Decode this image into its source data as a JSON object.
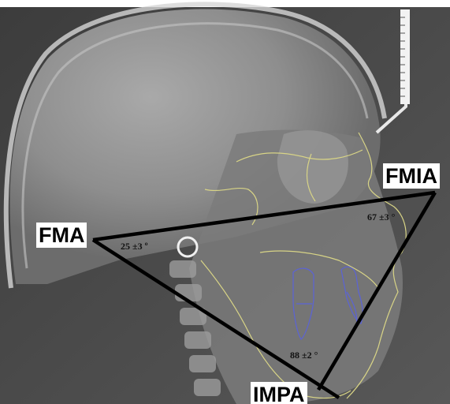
{
  "image_description_free": true,
  "labels": {
    "fma": "FMA",
    "fmia": "FMIA",
    "impa": "IMPA"
  },
  "angle_values": {
    "fma": "25 ±3 º",
    "fmia": "67 ±3 °",
    "impa": "88 ±2 °"
  },
  "colors": {
    "triangle_stroke": "#000000",
    "tracing_yellow": "#d8d486",
    "tracing_blue": "#5b63d6",
    "ruler_white": "#f2f2f2"
  }
}
